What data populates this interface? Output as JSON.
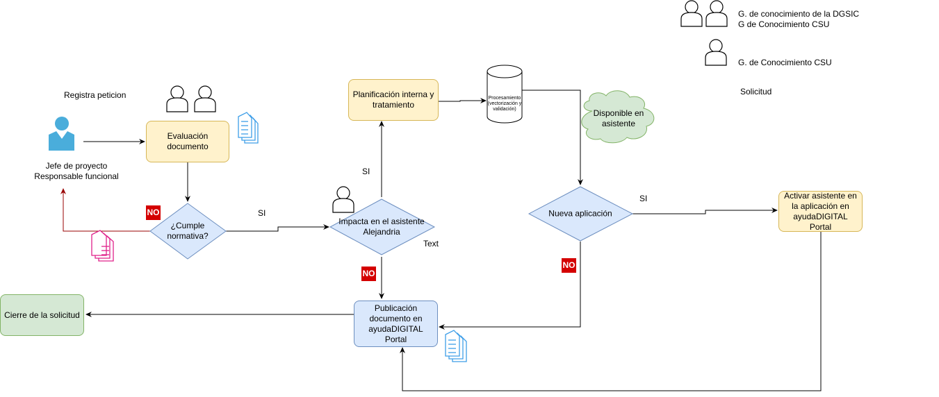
{
  "legend": {
    "group_both_label_1": "G. de conocimiento de la DGSIC",
    "group_both_label_2": "G de Conocimiento CSU",
    "group_csu_label": "G. de Conocimiento CSU",
    "solicitud_label": "Solicitud"
  },
  "actor": {
    "registers_label": "Registra peticion",
    "name_line1": "Jefe de proyecto",
    "name_line2": "Responsable funcional"
  },
  "nodes": {
    "evaluacion": "Evaluación documento",
    "cumple": "¿Cumple normativa?",
    "impacta": "Impacta en el asistente Alejandria",
    "planificacion": "Planificación interna y tratamiento",
    "procesamiento": "Procesamiento (vectorización y validación)",
    "disponible": "Disponible en asistente",
    "nueva_aplicacion": "Nueva aplicación",
    "activar": "Activar asistente en la aplicación en ayudaDIGITAL Portal",
    "publicacion": "Publicación documento en ayudaDIGITAL Portal",
    "cierre": "Cierre de la solicitud"
  },
  "edge_labels": {
    "si_cumple": "SI",
    "no_cumple": "NO",
    "si_impacta": "SI",
    "no_impacta": "NO",
    "text_label": "Text",
    "si_nueva": "SI",
    "no_nueva": "NO"
  },
  "icons": {
    "actor": "user-icon",
    "persons": "person-outline-icon",
    "documents": "document-stack-icon"
  },
  "colors": {
    "yellow_fill": "#fff2cc",
    "yellow_stroke": "#d6b656",
    "blue_fill": "#dae8fc",
    "blue_stroke": "#6c8ebf",
    "green_fill": "#d5e8d4",
    "green_stroke": "#82b366",
    "no_badge": "#d40000",
    "reject_arrow": "#990000",
    "doc_blue": "#3d9ee8",
    "doc_pink": "#e0218a",
    "actor_blue": "#4aaddb"
  }
}
